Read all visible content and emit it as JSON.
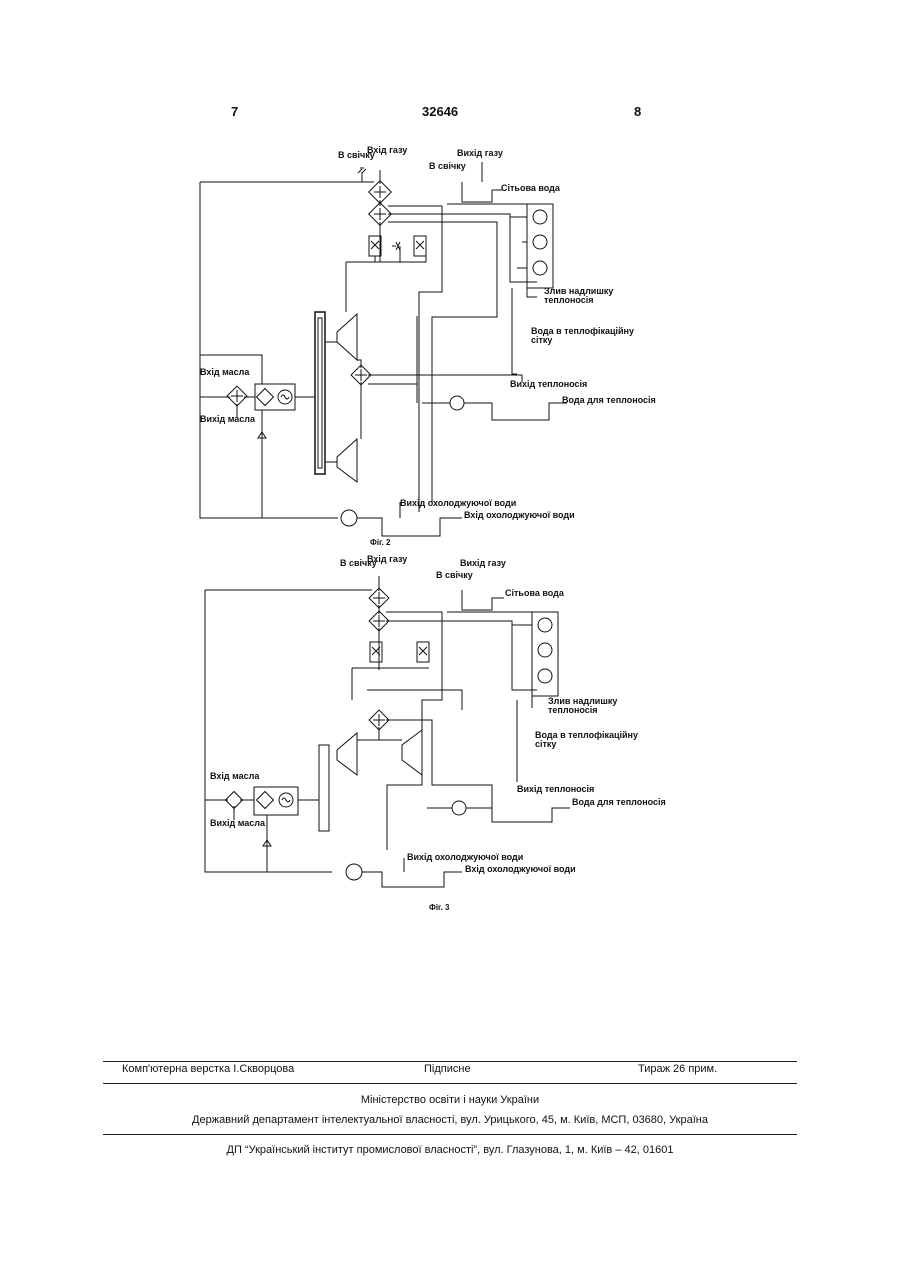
{
  "header": {
    "left_page": "7",
    "doc_number": "32646",
    "right_page": "8"
  },
  "fig2": {
    "caption": "Фіг. 2",
    "labels": {
      "to_candle_1": "В свічку",
      "gas_in": "Вхід газу",
      "gas_out": "Вихід газу",
      "to_candle_2": "В свічку",
      "network_water": "Сітьова вода",
      "overflow_1": "Злив надлишку",
      "overflow_2": "теплоносія",
      "heating_net_1": "Вода в теплофікаційну",
      "heating_net_2": "сітку",
      "oil_in": "Вхід масла",
      "oil_out": "Вихід масла",
      "coolant_out": "Вихід теплоносія",
      "coolant_water": "Вода для теплоносія",
      "cooling_out": "Вихід охолоджуючої води",
      "cooling_in": "Вхід охолоджуючої води"
    }
  },
  "fig3": {
    "caption": "Фіг. 3",
    "labels": {
      "to_candle_1": "В свічку",
      "gas_in": "Вхід газу",
      "gas_out": "Вихід газу",
      "to_candle_2": "В свічку",
      "network_water": "Сітьова вода",
      "overflow_1": "Злив надлишку",
      "overflow_2": "теплоносія",
      "heating_net_1": "Вода в теплофікаційну",
      "heating_net_2": "сітку",
      "oil_in": "Вхід масла",
      "oil_out": "Вихід масла",
      "coolant_out": "Вихід теплоносія",
      "coolant_water": "Вода для теплоносія",
      "cooling_out": "Вихід охолоджуючої води",
      "cooling_in": "Вхід охолоджуючої води"
    }
  },
  "footer": {
    "typesetting": "Комп'ютерна верстка І.Скворцова",
    "signed": "Підписне",
    "circulation": "Тираж 26 прим.",
    "ministry": "Міністерство освіти і науки України",
    "department": "Державний департамент інтелектуальної власності, вул. Урицького, 45, м. Київ, МСП, 03680, Україна",
    "institute": "ДП “Український інститут промислової власності”, вул. Глазунова, 1, м. Київ – 42, 01601"
  }
}
